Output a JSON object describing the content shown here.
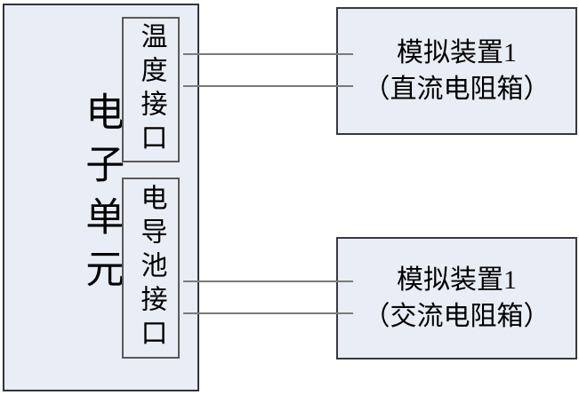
{
  "unit": {
    "label": "电子单元",
    "interfaces": [
      {
        "label": "温度接口"
      },
      {
        "label": "电导池接口"
      }
    ]
  },
  "devices": [
    {
      "line1": "模拟装置1",
      "line2": "（直流电阻箱）"
    },
    {
      "line1": "模拟装置1",
      "line2": "（交流电阻箱）"
    }
  ],
  "colors": {
    "box_fill": "#e9edf6",
    "outer_border": "#33333d",
    "inner_border": "#595959",
    "device_border": "#38383f",
    "connector_line": "#7a7a7a"
  }
}
